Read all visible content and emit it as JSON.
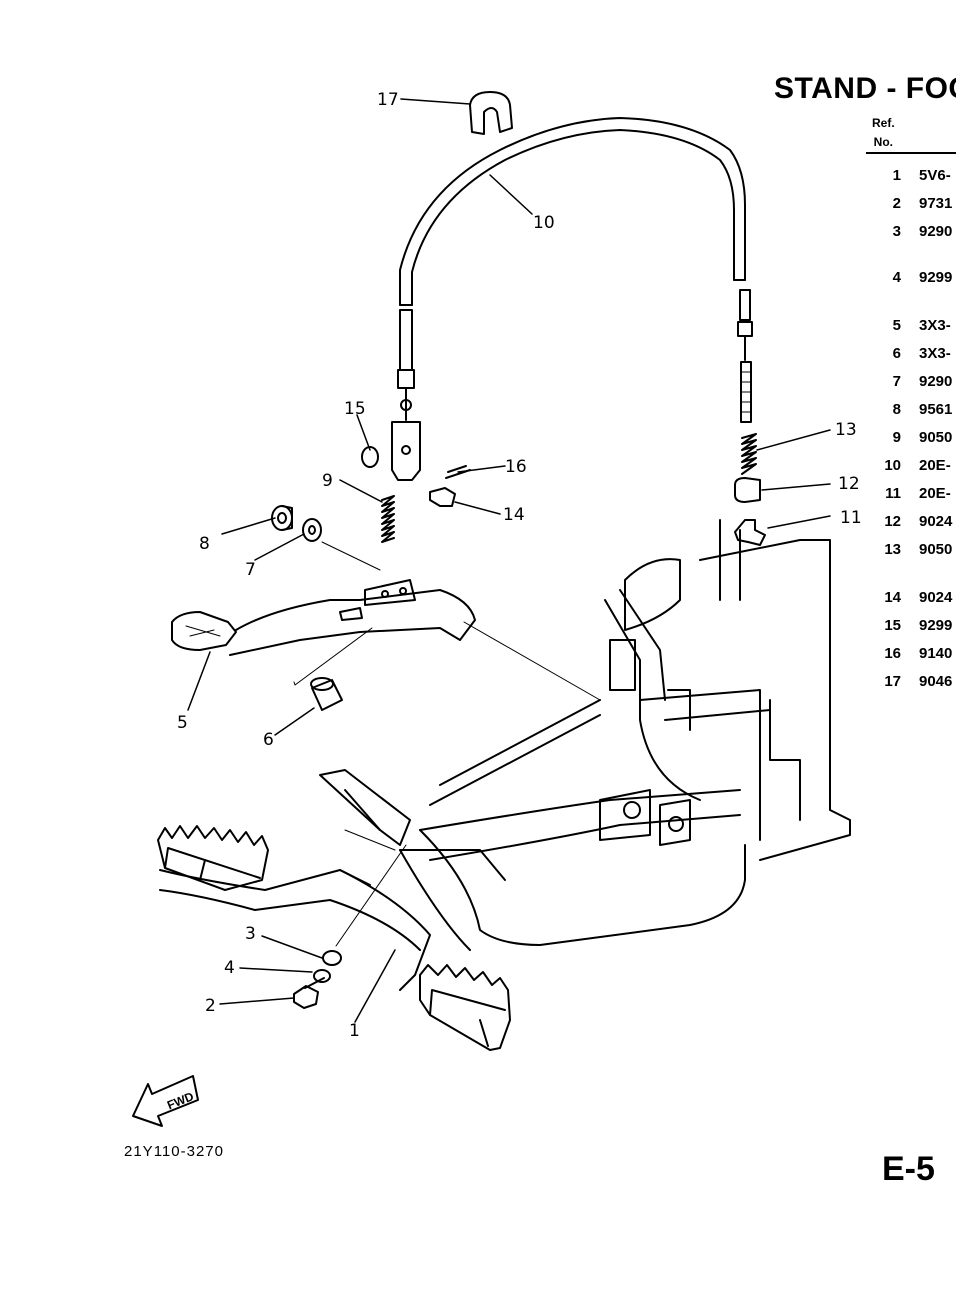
{
  "title": "STAND - FOO",
  "table_header": {
    "ref": "Ref.",
    "no": "No."
  },
  "parts": [
    {
      "ref": "1",
      "part": "5V6-"
    },
    {
      "ref": "2",
      "part": "9731"
    },
    {
      "ref": "3",
      "part": "9290"
    },
    {
      "ref": "4",
      "part": "9299"
    },
    {
      "ref": "5",
      "part": "3X3-"
    },
    {
      "ref": "6",
      "part": "3X3-"
    },
    {
      "ref": "7",
      "part": "9290"
    },
    {
      "ref": "8",
      "part": "9561"
    },
    {
      "ref": "9",
      "part": "9050"
    },
    {
      "ref": "10",
      "part": "20E-"
    },
    {
      "ref": "11",
      "part": "20E-"
    },
    {
      "ref": "12",
      "part": "9024"
    },
    {
      "ref": "13",
      "part": "9050"
    },
    {
      "ref": "14",
      "part": "9024"
    },
    {
      "ref": "15",
      "part": "9299"
    },
    {
      "ref": "16",
      "part": "9140"
    },
    {
      "ref": "17",
      "part": "9046"
    }
  ],
  "callouts": [
    "17",
    "10",
    "15",
    "16",
    "9",
    "14",
    "8",
    "7",
    "5",
    "6",
    "13",
    "12",
    "11",
    "3",
    "4",
    "2",
    "1"
  ],
  "fwd_label": "FWD",
  "diagram_code": "21Y110-3270",
  "page_number": "E-5"
}
